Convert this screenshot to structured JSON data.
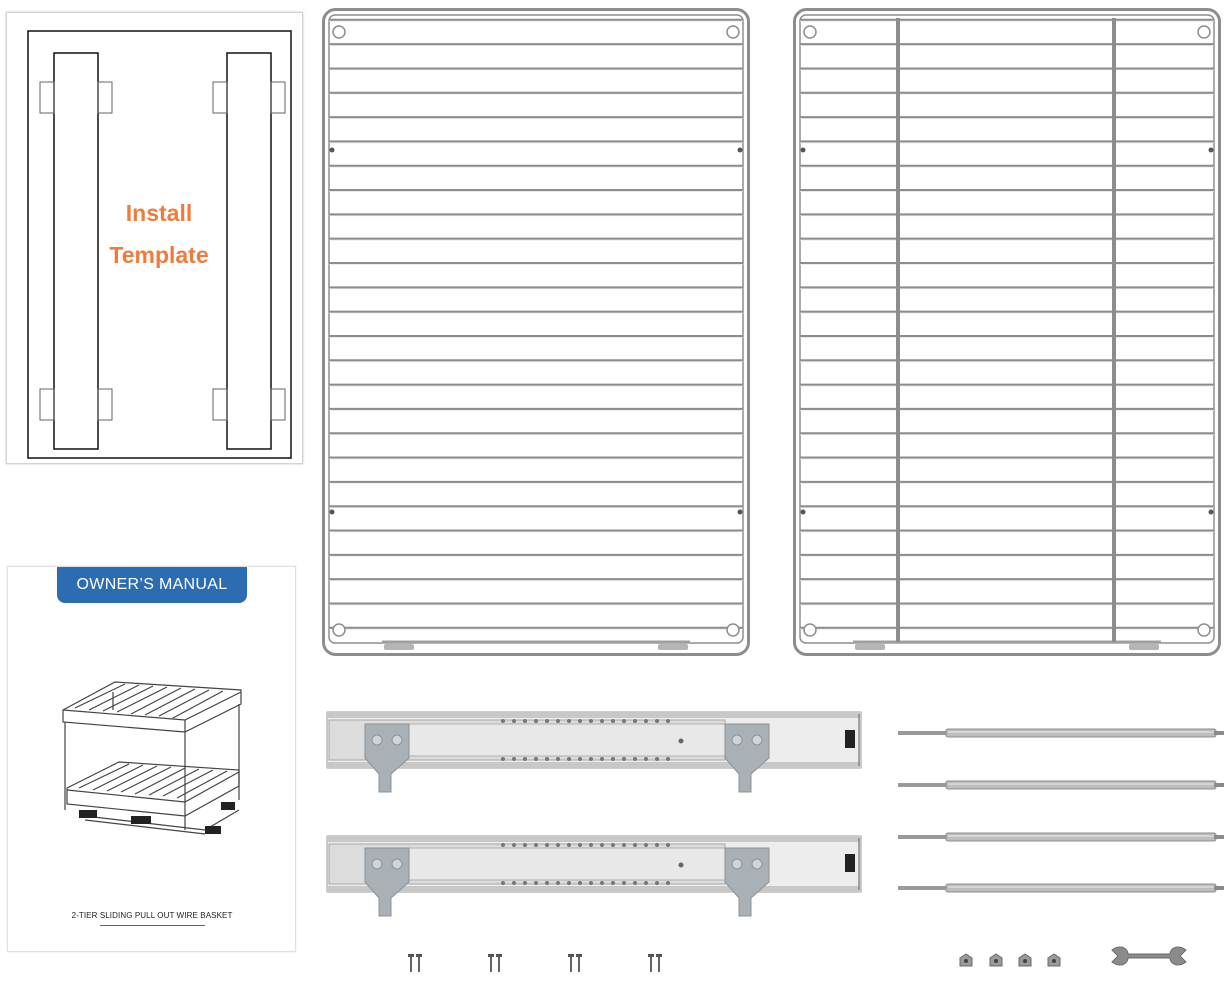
{
  "template": {
    "line1": "Install",
    "line2": "Template",
    "color": "#f07b3d"
  },
  "manual": {
    "banner": "OWNER’S MANUAL",
    "caption": "2-TIER SLIDING PULL OUT WIRE BASKET",
    "banner_color": "#2c6cb0"
  },
  "colors": {
    "wire": "#8d8d8d",
    "rail": "#c8c8c8",
    "bracket": "#a9b0b6"
  },
  "icons": {
    "screws": "screw-icon",
    "nuts": "nut-icon",
    "wrench": "wrench-icon"
  }
}
